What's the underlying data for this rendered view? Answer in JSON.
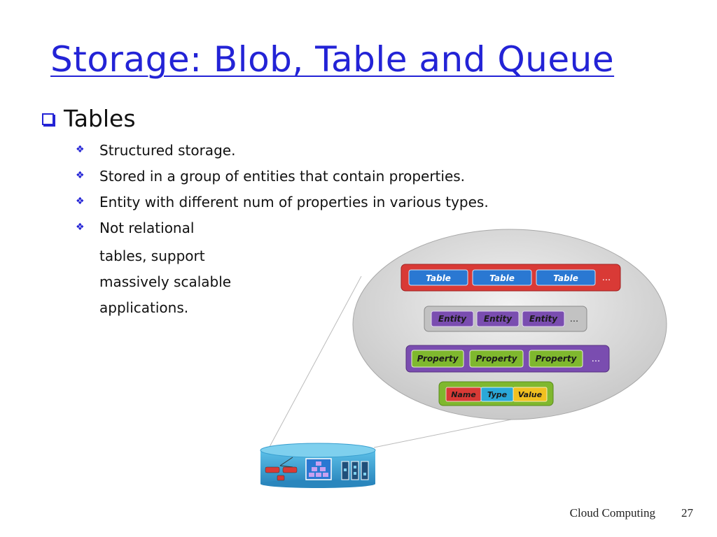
{
  "slide": {
    "title": "Storage: Blob, Table and Queue",
    "heading": "Tables",
    "bullets": [
      "Structured storage.",
      "Stored in a group of entities that contain properties.",
      "Entity with different num of properties in various types.",
      "Not relational"
    ],
    "bullet4_continuation": [
      "tables, support",
      "massively scalable",
      "applications."
    ]
  },
  "diagram": {
    "tables": [
      "Table",
      "Table",
      "Table"
    ],
    "entities": [
      "Entity",
      "Entity",
      "Entity"
    ],
    "properties": [
      "Property",
      "Property",
      "Property"
    ],
    "property_parts": [
      "Name",
      "Type",
      "Value"
    ],
    "ellipsis": "..."
  },
  "footer": {
    "course": "Cloud Computing",
    "page": "27"
  },
  "colors": {
    "title": "#2323d6",
    "table_row": "#d93a36",
    "table_chip": "#2a78d2",
    "entity_row": "#b8b8b8",
    "entity_chip": "#7a4db0",
    "property_row": "#7a4db0",
    "property_chip": "#7fb82e",
    "name_chip": "#d93a36",
    "type_chip": "#2aa8d8",
    "value_chip": "#f0c020",
    "ellipse": "#d7d7d7",
    "storage": "#3aa0d0"
  }
}
